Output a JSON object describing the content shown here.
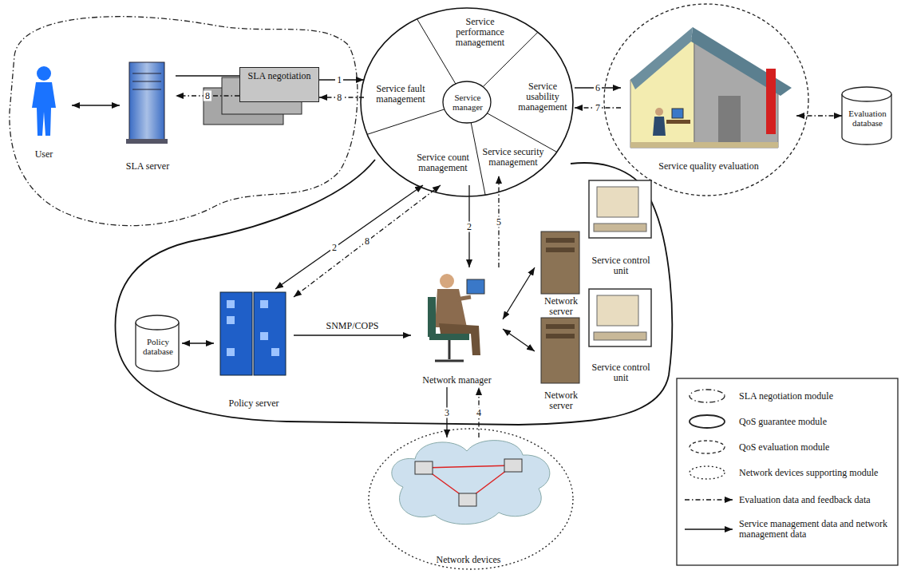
{
  "diagram": {
    "nodes": [
      {
        "text": [
          "User"
        ]
      },
      {
        "text": [
          "SLA server"
        ]
      },
      {
        "text": [
          "SLA negotiation"
        ]
      },
      {
        "text": [
          "Service manager"
        ]
      },
      {
        "text": [
          "Service performance management"
        ]
      },
      {
        "text": [
          "Service usability management"
        ]
      },
      {
        "text": [
          "Service security management"
        ]
      },
      {
        "text": [
          "Service count management"
        ]
      },
      {
        "text": [
          "Service fault management"
        ]
      },
      {
        "text": [
          "Service quality evaluation"
        ]
      },
      {
        "text": [
          "Evaluation database"
        ]
      },
      {
        "text": [
          "Policy database"
        ]
      },
      {
        "text": [
          "Policy server"
        ]
      },
      {
        "text": [
          "Network manager"
        ]
      },
      {
        "text": [
          "Network server"
        ]
      },
      {
        "text": [
          "Service control unit"
        ]
      },
      {
        "text": [
          "Network server"
        ]
      },
      {
        "text": [
          "Service control unit"
        ]
      },
      {
        "text": [
          "Network devices"
        ]
      }
    ],
    "edges": [
      {
        "from": 0,
        "to": 1,
        "arrow": "both"
      },
      {
        "from": 1,
        "to": 2,
        "arrow": "none"
      },
      {
        "from": 2,
        "to": 8,
        "label": "1",
        "arrow": "to"
      },
      {
        "from": 8,
        "to": 2,
        "label": "8",
        "arrow": "to"
      },
      {
        "from": 2,
        "to": 1,
        "label": "8",
        "arrow": "to"
      },
      {
        "from": 5,
        "to": 9,
        "label": "6",
        "arrow": "to"
      },
      {
        "from": 9,
        "to": 5,
        "label": "7",
        "arrow": "to"
      },
      {
        "from": 9,
        "to": 10,
        "arrow": "both"
      },
      {
        "from": 7,
        "to": 12,
        "label": "2",
        "arrow": "both"
      },
      {
        "from": 12,
        "to": 7,
        "label": "8",
        "arrow": "both"
      },
      {
        "from": 7,
        "to": 13,
        "label": "2",
        "arrow": "to"
      },
      {
        "from": 13,
        "to": 6,
        "label": "5",
        "arrow": "to"
      },
      {
        "from": 11,
        "to": 12,
        "arrow": "both"
      },
      {
        "from": 12,
        "to": 13,
        "label": "SNMP/COPS",
        "arrow": "to"
      },
      {
        "from": 13,
        "to": 14,
        "arrow": "both"
      },
      {
        "from": 13,
        "to": 16,
        "arrow": "both"
      },
      {
        "from": 13,
        "to": 18,
        "label": "3",
        "arrow": "to"
      },
      {
        "from": 18,
        "to": 13,
        "label": "4",
        "arrow": "to"
      }
    ],
    "legend": [
      {
        "text": "SLA negotiation module"
      },
      {
        "text": "QoS guarantee module"
      },
      {
        "text": "QoS evaluation module"
      },
      {
        "text": "Network devices supporting module"
      },
      {
        "text": "Evaluation data and feedback data"
      },
      {
        "text": "Service management data and network management data"
      }
    ]
  }
}
